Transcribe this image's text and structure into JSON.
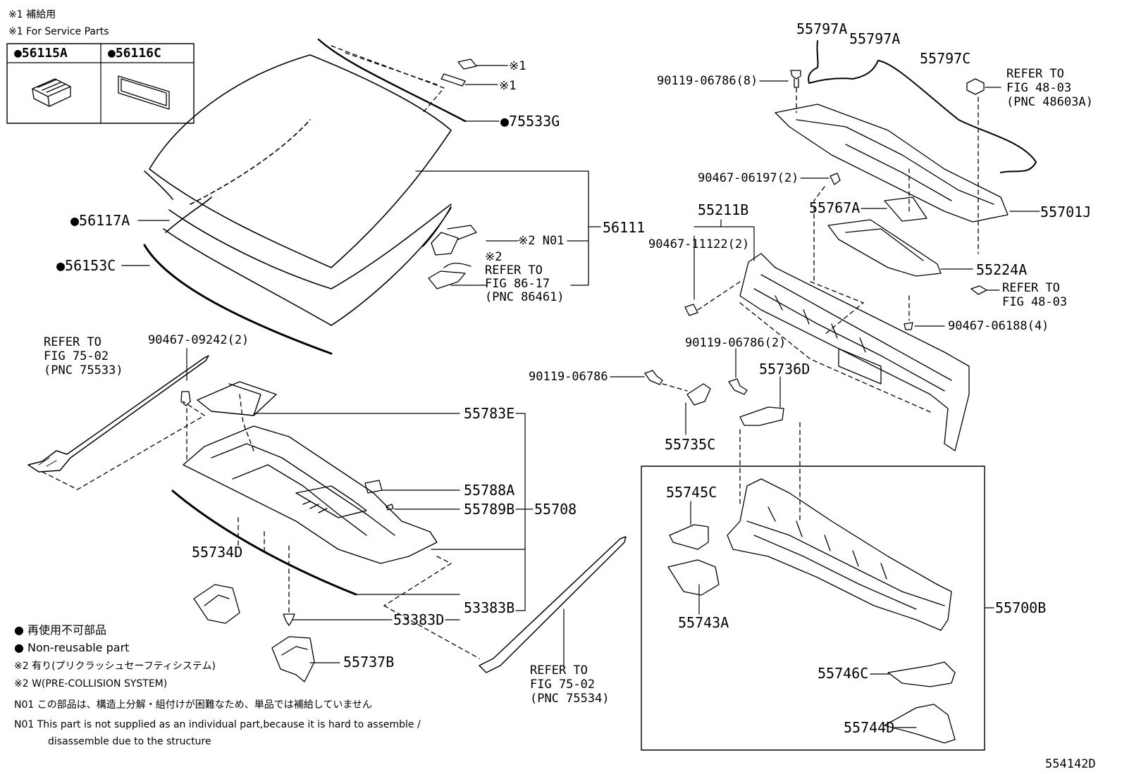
{
  "header": {
    "note_jp": "※1 補給用",
    "note_en": "※1 For Service Parts",
    "box_parts": [
      "●56115A",
      "●56116C"
    ]
  },
  "parts": {
    "p75533G": "●75533G",
    "p56117A": "●56117A",
    "p56153C": "●56153C",
    "p56111": "56111",
    "pN01": "※2 N01",
    "pRefer8617": [
      "※2",
      "REFER TO",
      "FIG 86-17",
      "(PNC 86461)"
    ],
    "s1a": "※1",
    "s1b": "※1",
    "p55797A_1": "55797A",
    "p55797A_2": "55797A",
    "p55797C": "55797C",
    "p90119_8": "90119-06786(8)",
    "pRefer4803a": [
      "REFER TO",
      "FIG 48-03",
      "(PNC 48603A)"
    ],
    "p90467_06197": "90467-06197(2)",
    "p55211B": "55211B",
    "p55767A": "55767A",
    "p55701J": "55701J",
    "p90467_11122": "90467-11122(2)",
    "p55224A": "55224A",
    "pRefer4803b": [
      "REFER TO",
      "FIG 48-03"
    ],
    "p90467_06188": "90467-06188(4)",
    "pRefer7502a": [
      "REFER TO",
      "FIG 75-02",
      "(PNC 75533)"
    ],
    "p90467_09242": "90467-09242(2)",
    "p90119_2": "90119-06786(2)",
    "p90119": "90119-06786",
    "p55736D": "55736D",
    "p55783E": "55783E",
    "p55735C": "55735C",
    "p55788A": "55788A",
    "p55789B": "55789B",
    "p55708": "55708",
    "p55745C": "55745C",
    "p55734D": "55734D",
    "p53383B": "53383B",
    "p53383D": "53383D",
    "p55743A": "55743A",
    "p55700B": "55700B",
    "p55737B": "55737B",
    "pRefer7502b": [
      "REFER TO",
      "FIG 75-02",
      "(PNC 75534)"
    ],
    "p55746C": "55746C",
    "p55744D": "55744D"
  },
  "legend": {
    "nonreuse_jp": "● 再使用不可部品",
    "nonreuse_en": "● Non-reusable part",
    "w2_jp": "※2 有り(プリクラッシュセーフティシステム)",
    "w2_en": "※2 W(PRE-COLLISION SYSTEM)",
    "n01_jp": "N01  この部品は、構造上分解・組付けが困難なため、単品では補給していません",
    "n01_en_1": "N01  This part is not supplied as an individual part,because it is hard to assemble /",
    "n01_en_2": "disassemble due to the structure"
  },
  "diagram_id": "554142D"
}
